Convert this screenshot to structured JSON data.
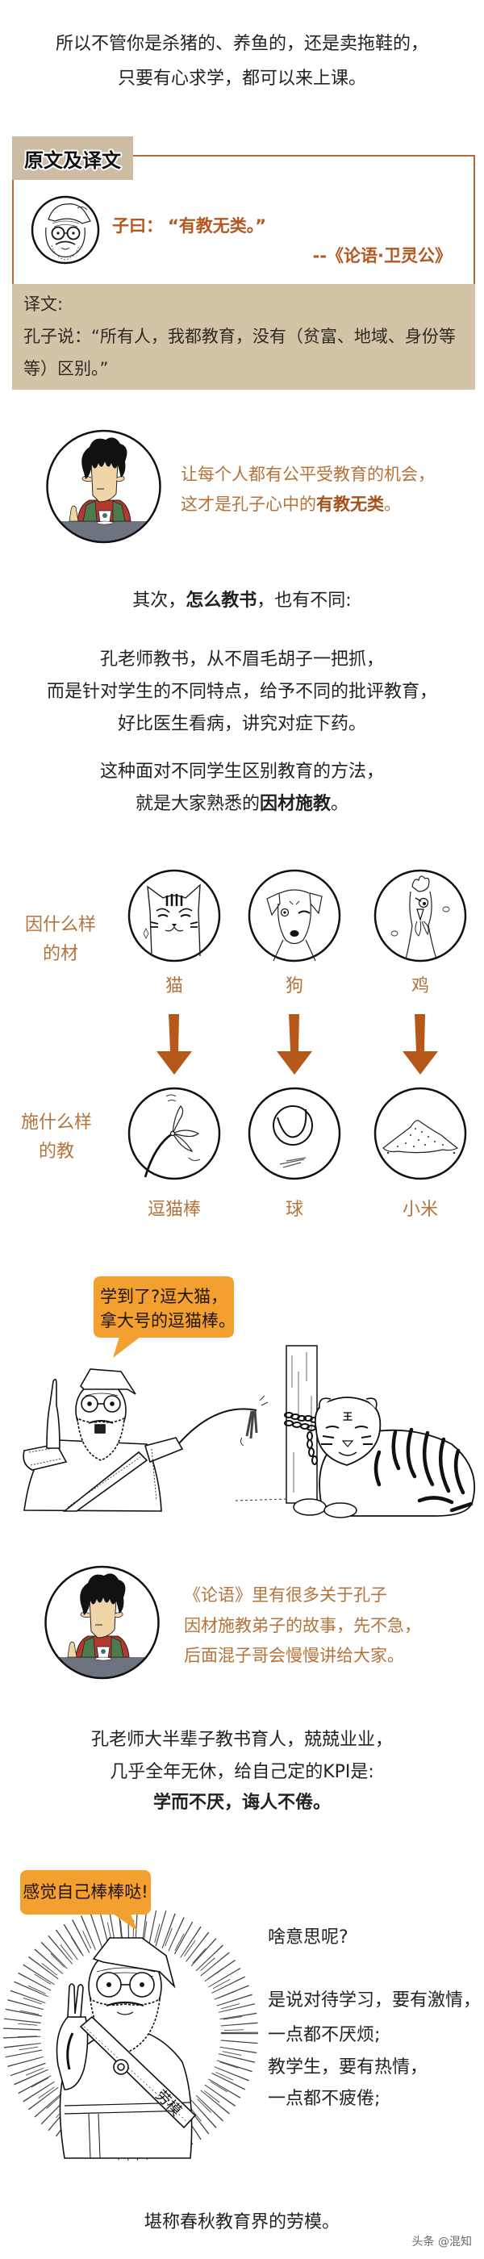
{
  "intro": {
    "lines": [
      "所以不管你是杀猪的、养鱼的，还是卖拖鞋的，",
      "只要有心求学，都可以来上课。"
    ]
  },
  "quote_box": {
    "tab_label": "原文及译文",
    "speaker": "子曰：",
    "quote": "“有教无类。”",
    "source": "--《论语·卫灵公》",
    "translation_label": "译文:",
    "translation_lines": [
      "孔子说：“所有人，我都教育，没有（贫富、地域、身份等",
      "等）区别。”"
    ],
    "avatar_icon": "confucius-portrait-icon"
  },
  "note_1": {
    "line1": "让每个人都有公平受教育的机会，",
    "line2_prefix": "这才是孔子心中的",
    "line2_bold": "有教无类",
    "line2_suffix": "。",
    "avatar_icon": "narrator-avatar-icon"
  },
  "teaching_intro": {
    "prefix": "其次，",
    "bold": "怎么教书",
    "suffix": "，也有不同:"
  },
  "paragraph_1": {
    "lines": [
      "孔老师教书，从不眉毛胡子一把抓，",
      "而是针对学生的不同特点，给予不同的批评教育，",
      "好比医生看病，讲究对症下药。"
    ]
  },
  "paragraph_2": {
    "line1": "这种面对不同学生区别教育的方法，",
    "line2_prefix": "就是大家熟悉的",
    "line2_bold": "因材施教",
    "line2_suffix": "。"
  },
  "comparison": {
    "student_row_label": [
      "因什么样",
      "的材"
    ],
    "method_row_label": [
      "施什么样",
      "的教"
    ],
    "columns": [
      {
        "student": "猫",
        "student_icon": "cat-icon",
        "method": "逗猫棒",
        "method_icon": "cat-teaser-icon"
      },
      {
        "student": "狗",
        "student_icon": "dog-icon",
        "method": "球",
        "method_icon": "ball-icon"
      },
      {
        "student": "鸡",
        "student_icon": "rooster-icon",
        "method": "小米",
        "method_icon": "millet-icon"
      }
    ],
    "arrow_icon": "arrow-down-icon"
  },
  "comic_1": {
    "bubble_lines": [
      "学到了?逗大猫，",
      "拿大号的逗猫棒。"
    ],
    "tiger_forehead_mark": "王"
  },
  "note_2": {
    "lines": [
      "《论语》里有很多关于孔子",
      "因材施教弟子的故事，先不急，",
      "后面混子哥会慢慢讲给大家。"
    ]
  },
  "paragraph_3": {
    "lines": [
      "孔老师大半辈子教书育人，兢兢业业，",
      "几乎全年无休，给自己定的KPI是:"
    ],
    "bold_line": "学而不厌，诲人不倦。"
  },
  "comic_2": {
    "bubble": "感觉自己棒棒哒!",
    "sash_text": "劳模"
  },
  "explanation": {
    "question": "啥意思呢?",
    "lines": [
      "是说对待学习，要有激情，",
      "一点都不厌烦;",
      "教学生，要有热情，",
      "一点都不疲倦;"
    ]
  },
  "closing": "堪称春秋教育界的劳模。",
  "watermark": "头条 @混知",
  "colors": {
    "accent_brown": "#b3581f",
    "note_text": "#b4733a",
    "box_border": "#b86a2e",
    "tab_bg": "#cbbca3",
    "translation_bg": "#d3c4a7",
    "bubble_orange": "#f4a031",
    "arrow": "#b6581a"
  }
}
